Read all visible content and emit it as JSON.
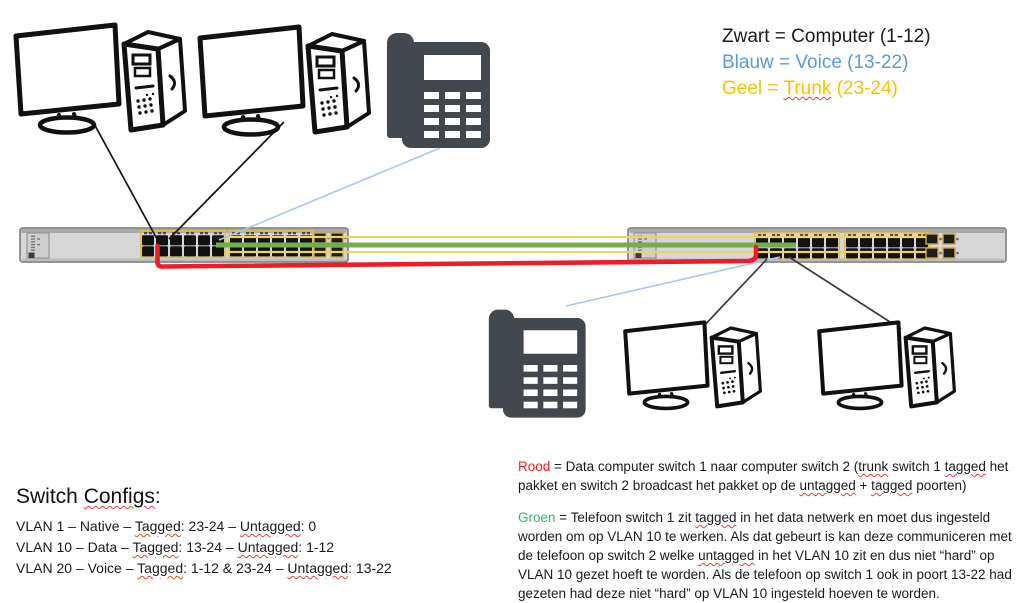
{
  "legend": {
    "zwart": "Zwart = Computer (1-12)",
    "blauw": "Blauw = Voice (13-22)",
    "geel": {
      "s": [
        "Geel = ",
        "Trunk",
        " (23-24)"
      ]
    }
  },
  "configs": {
    "heading": {
      "s": [
        "Switch ",
        "Configs",
        ":"
      ]
    },
    "rows": [
      {
        "s": [
          "VLAN 1 – Native – ",
          "Tagged",
          ": 23-24 – ",
          "Untagged",
          ": 0"
        ]
      },
      {
        "s": [
          "VLAN 10 – Data – ",
          "Tagged",
          ": 13-24 – ",
          "Untagged",
          ": 1-12"
        ]
      },
      {
        "s": [
          "VLAN 20 – Voice – ",
          "Tagged",
          ": 1-12 & 23-24 – ",
          "Untagged",
          ": 13-22"
        ]
      }
    ]
  },
  "notes": {
    "rood": {
      "term": "Rood",
      "s": [
        " = Data computer switch 1 naar computer switch 2 (",
        "trunk",
        " switch 1 ",
        "tagged",
        " het pakket en switch 2 broadcast het pakket op de ",
        "untagged",
        " + ",
        "tagged",
        " poorten)"
      ]
    },
    "groen": {
      "term": "Groen",
      "s": [
        " = Telefoon switch 1 zit ",
        "tagged",
        " in het data netwerk en moet dus ingesteld worden om op VLAN 10 te werken. Als dat gebeurt is kan deze communiceren met de telefoon op switch 2 welke ",
        "untagged",
        " in het VLAN 10 zit en dus niet “hard” op VLAN 10 gezet hoeft te worden. Als de telefoon op switch 1 ook in poort 13-22 had gezeten had deze niet “hard” op VLAN 10 ingesteld hoeven te worden."
      ]
    }
  },
  "colors": {
    "zwart": "#1a1a1a",
    "blauw": "#5b9bd5",
    "geel": "#ffc000",
    "rood_term": "#ff1a1a",
    "groen_term": "#2fb670",
    "cable_red": "#ee1c25",
    "cable_green": "#74ad4e",
    "cable_yellow": "#ecd071",
    "cable_blue": "#a8c7e8",
    "cable_black": "#1a1a1a",
    "phone_glyph": "#43474e",
    "switch_body": "#d7d7d7"
  },
  "diagram": {
    "switch_count": 2,
    "computer_count": 4,
    "phone_count": 2,
    "cables": [
      {
        "name": "red-data-path",
        "color": "#ee1c25"
      },
      {
        "name": "green-voice-path",
        "color": "#74ad4e"
      },
      {
        "name": "yellow-trunk-links",
        "color": "#ecd071"
      },
      {
        "name": "blue-phone-links",
        "color": "#a8c7e8"
      },
      {
        "name": "black-computer-links",
        "color": "#1a1a1a"
      }
    ]
  }
}
